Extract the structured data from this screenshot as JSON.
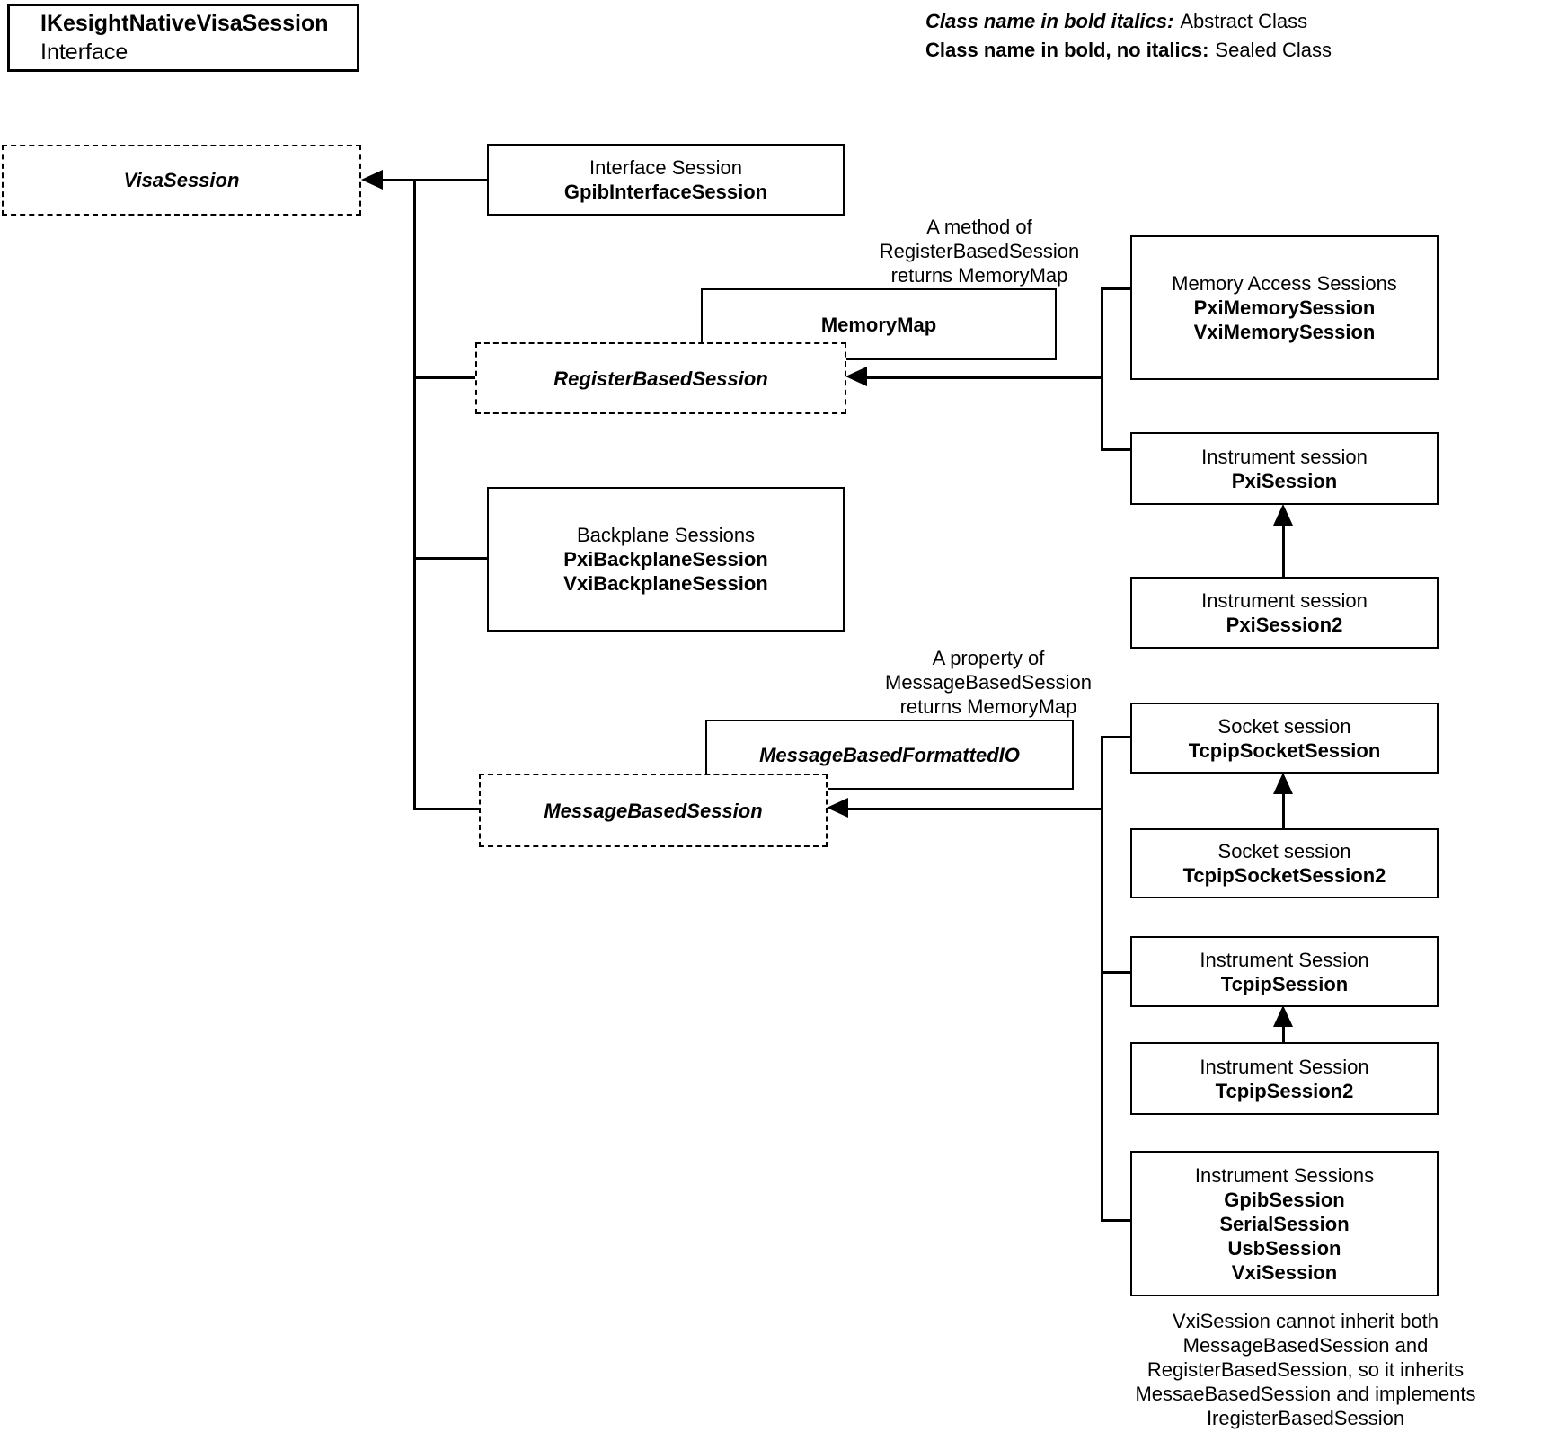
{
  "title_box": {
    "name": "IKesightNativeVisaSession",
    "type": "Interface"
  },
  "legend": {
    "line1_term": "Class name in bold italics:",
    "line1_def": "Abstract Class",
    "line2_term": "Class name in bold, no italics:",
    "line2_def": "Sealed Class"
  },
  "nodes": {
    "visa_session": {
      "name": "VisaSession"
    },
    "gpib_interface": {
      "desc": "Interface Session",
      "classes": [
        "GpibInterfaceSession"
      ]
    },
    "memory_map": {
      "name": "MemoryMap"
    },
    "register_based": {
      "name": "RegisterBasedSession"
    },
    "memory_access": {
      "desc": "Memory Access Sessions",
      "classes": [
        "PxiMemorySession",
        "VxiMemorySession"
      ]
    },
    "pxi_session": {
      "desc": "Instrument session",
      "classes": [
        "PxiSession"
      ]
    },
    "pxi_session2": {
      "desc": "Instrument session",
      "classes": [
        "PxiSession2"
      ]
    },
    "backplane": {
      "desc": "Backplane Sessions",
      "classes": [
        "PxiBackplaneSession",
        "VxiBackplaneSession"
      ]
    },
    "message_formatted_io": {
      "name": "MessageBasedFormattedIO"
    },
    "message_based": {
      "name": "MessageBasedSession"
    },
    "tcpip_socket": {
      "desc": "Socket session",
      "classes": [
        "TcpipSocketSession"
      ]
    },
    "tcpip_socket2": {
      "desc": "Socket session",
      "classes": [
        "TcpipSocketSession2"
      ]
    },
    "tcpip_session": {
      "desc": "Instrument Session",
      "classes": [
        "TcpipSession"
      ]
    },
    "tcpip_session2": {
      "desc": "Instrument Session",
      "classes": [
        "TcpipSession2"
      ]
    },
    "instrument_sessions": {
      "desc": "Instrument Sessions",
      "classes": [
        "GpibSession",
        "SerialSession",
        "UsbSession",
        "VxiSession"
      ]
    }
  },
  "annotations": {
    "method_note": {
      "lines": [
        "A method of",
        "RegisterBasedSession",
        "returns MemoryMap"
      ]
    },
    "property_note": {
      "lines": [
        "A property of",
        "MessageBasedSession",
        "returns MemoryMap"
      ]
    },
    "vxi_note": {
      "lines": [
        "VxiSession cannot inherit both",
        "MessageBasedSession and",
        "RegisterBasedSession, so it inherits",
        "MessaeBasedSession and implements",
        "IregisterBasedSession"
      ]
    }
  },
  "colors": {
    "line": "#000000",
    "background": "#ffffff",
    "text": "#000000"
  }
}
